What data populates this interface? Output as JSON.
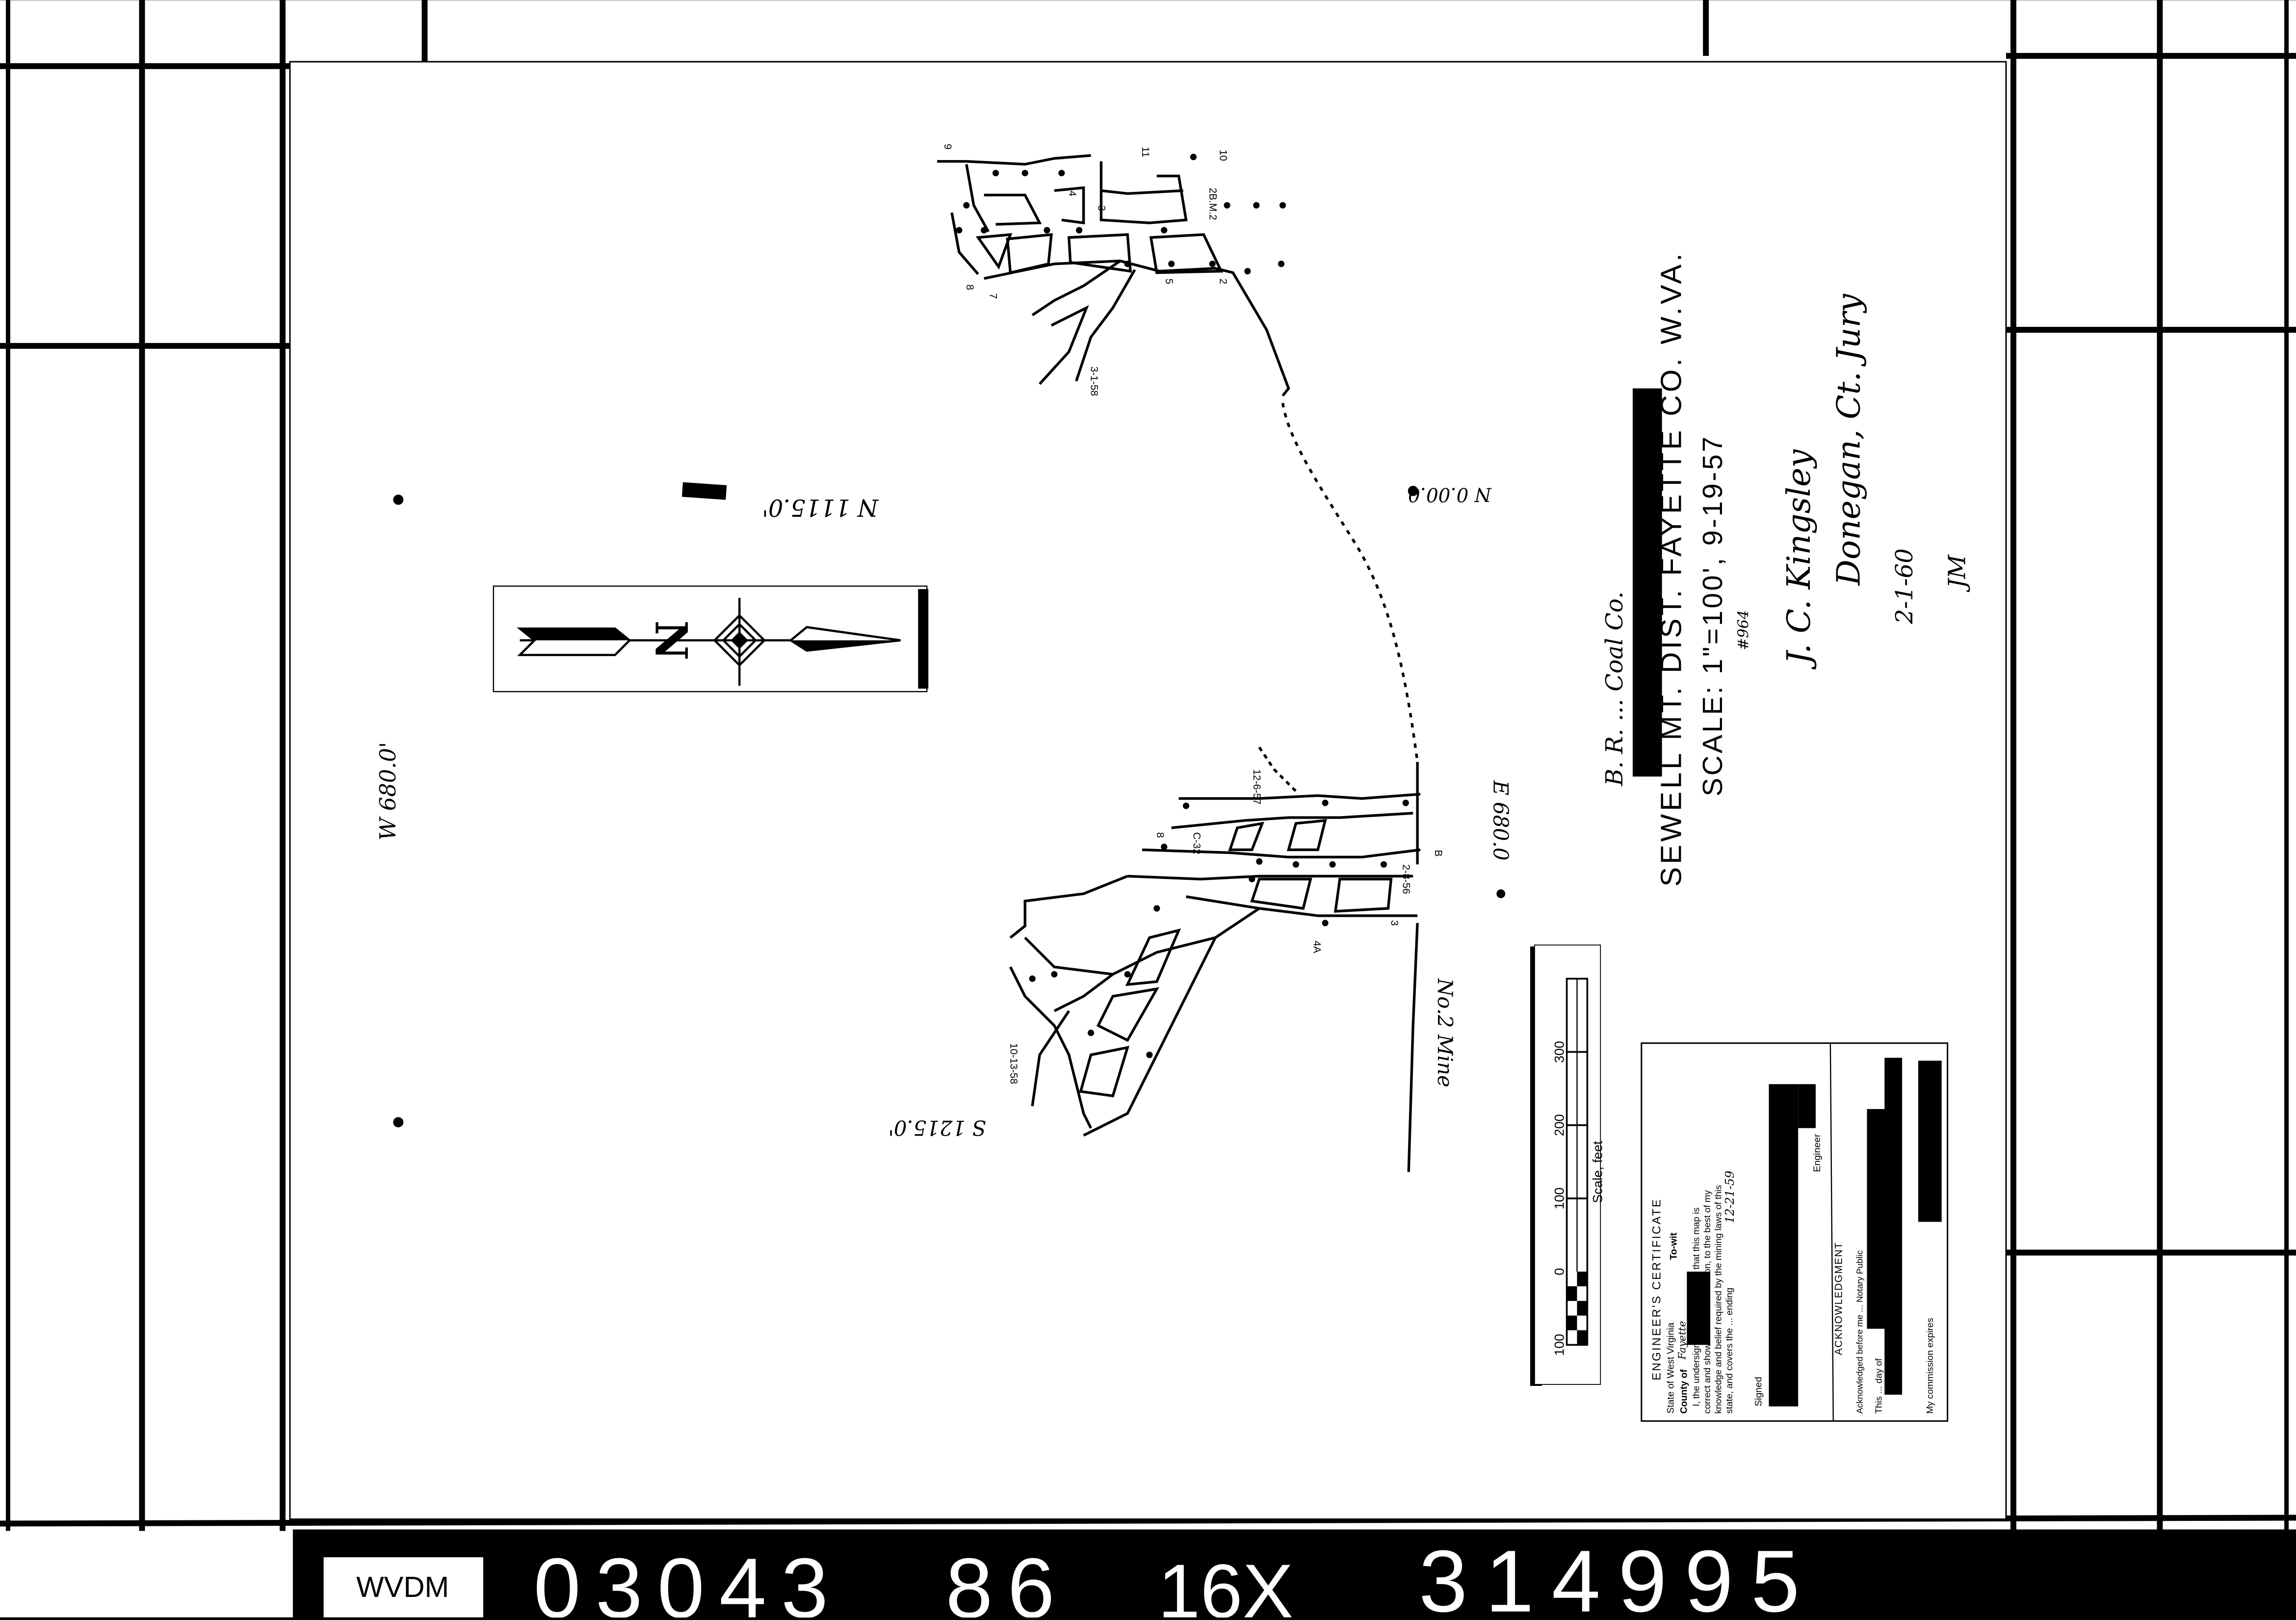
{
  "strip": {
    "collection_label": "WVDM",
    "codes": [
      "03043",
      "86",
      "16X",
      "314995"
    ]
  },
  "title_block": {
    "company": "B. R. ... Coal Co.",
    "title": "SEWELL MT. DIST. FAYETTE CO. W.VA.",
    "scale_date": "SCALE: 1\"=100', 9-19-57",
    "map_number": "#964"
  },
  "handwritten": {
    "signature": "J. C. Kingsley",
    "place": "Donegan, Ct. Jury",
    "date": "2-1-60",
    "initials": "JM"
  },
  "compass": {
    "letter": "N"
  },
  "coordinates": {
    "north": "N 1115.0'",
    "west": "W 680.0'",
    "origin": "N 0.00.0",
    "east": "E 680.0",
    "south": "S 1215.0'"
  },
  "mine_label": "No.2 Mine",
  "stations": [
    "9",
    "7",
    "3",
    "4",
    "11",
    "10",
    "2B.M.2",
    "5",
    "2",
    "8",
    "3-1-58",
    "12-6-57",
    "C-32",
    "4A",
    "3",
    "8",
    "2-8-56",
    "10-13-58",
    "B"
  ],
  "scale_bar": {
    "labels": [
      "100",
      "0",
      "100",
      "200",
      "300"
    ],
    "caption": "Scale, feet"
  },
  "certificate": {
    "title": "ENGINEER'S CERTIFICATE",
    "state_line": "State of West Virginia",
    "county_label": "County of",
    "county_value": "Fayette",
    "to_wit": "To-wit",
    "body_1": "I, the undersigned, hereby certify that this map is",
    "body_2": "correct and shows all the information, to the best of my",
    "body_3": "knowledge and belief required by the mining laws of this",
    "body_4": "state, and covers the ... ending",
    "body_date": "12-21-59",
    "signed_label": "Signed",
    "engineer_label": "Engineer",
    "ack_title": "ACKNOWLEDGMENT",
    "ack_1": "Acknowledged before me ... Notary Public",
    "ack_2": "This ... day of",
    "ack_3": "My commission expires"
  }
}
